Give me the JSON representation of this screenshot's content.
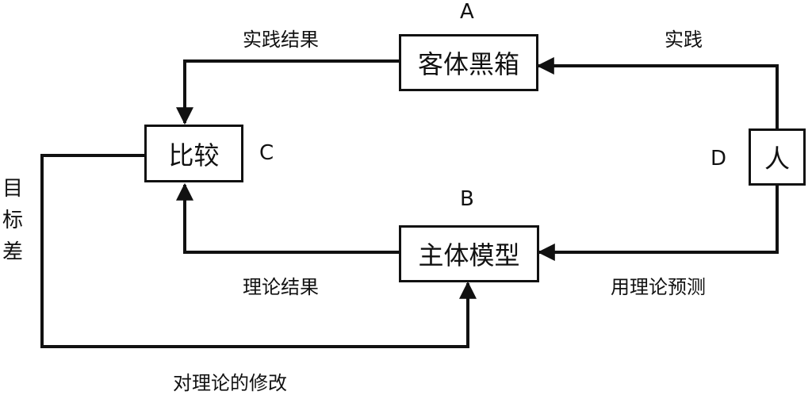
{
  "nodes": {
    "black_box": {
      "letter": "A",
      "text": "客体黑箱"
    },
    "model": {
      "letter": "B",
      "text": "主体模型"
    },
    "compare": {
      "letter": "C",
      "text": "比较"
    },
    "person": {
      "letter": "D",
      "text": "人"
    }
  },
  "edges": {
    "practice": "实践",
    "practice_result": "实践结果",
    "theory_prediction": "用理论预测",
    "theory_result": "理论结果",
    "goal_diff": "目标差",
    "theory_revision": "对理论的修改"
  }
}
